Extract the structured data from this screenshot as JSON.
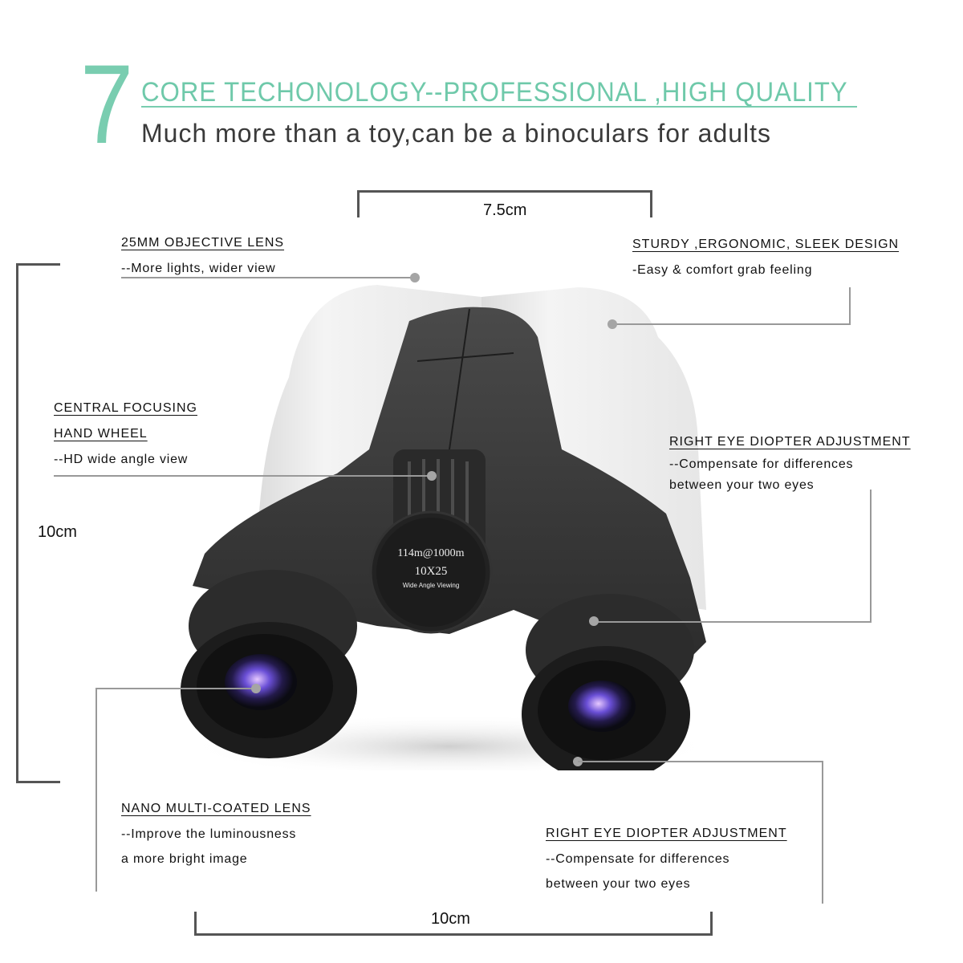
{
  "header": {
    "number": "7",
    "title": "CORE TECHONOLOGY--PROFESSIONAL ,HIGH QUALITY",
    "subtitle": "Much more than a toy,can be a binoculars for adults",
    "accent_color": "#79cdb0"
  },
  "dimensions": {
    "top_width": "7.5cm",
    "left_height": "10cm",
    "bottom_width": "10cm"
  },
  "product": {
    "focus_wheel_text": {
      "line1": "114m@1000m",
      "line2": "10X25",
      "line3": "Wide Angle Viewing"
    }
  },
  "callouts": [
    {
      "title": "25MM OBJECTIVE LENS",
      "desc": [
        "--More lights, wider view"
      ]
    },
    {
      "title": "STURDY ,ERGONOMIC, SLEEK DESIGN",
      "desc": [
        "-Easy & comfort grab feeling"
      ]
    },
    {
      "title_lines": [
        "CENTRAL FOCUSING",
        "HAND WHEEL"
      ],
      "desc": [
        "--HD wide angle view"
      ]
    },
    {
      "title": "RIGHT EYE DIOPTER ADJUSTMENT",
      "desc": [
        "--Compensate for differences",
        "between your two eyes"
      ]
    },
    {
      "title": "NANO MULTI-COATED LENS",
      "desc": [
        "--Improve the luminousness",
        "a more bright image"
      ]
    },
    {
      "title": "RIGHT EYE DIOPTER ADJUSTMENT",
      "desc": [
        "--Compensate for differences",
        "between your two eyes"
      ]
    }
  ]
}
